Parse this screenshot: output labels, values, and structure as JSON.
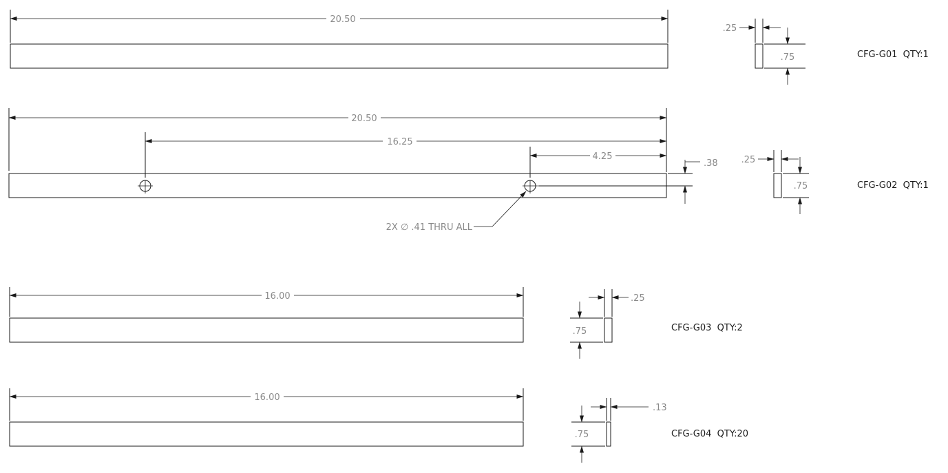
{
  "parts": [
    {
      "id": "g01",
      "label": "CFG-G01  QTY:1",
      "length": "20.50",
      "thickness": ".25",
      "height": ".75"
    },
    {
      "id": "g02",
      "label": "CFG-G02  QTY:1",
      "length": "20.50",
      "hole_span": "16.25",
      "hole_edge_offset": "4.25",
      "hole_center_height": ".38",
      "hole_note": "2X ∅ .41 THRU ALL",
      "thickness": ".25",
      "height": ".75"
    },
    {
      "id": "g03",
      "label": "CFG-G03  QTY:2",
      "length": "16.00",
      "thickness": ".25",
      "height": ".75"
    },
    {
      "id": "g04",
      "label": "CFG-G04  QTY:20",
      "length": "16.00",
      "thickness": ".13",
      "height": ".75"
    }
  ]
}
